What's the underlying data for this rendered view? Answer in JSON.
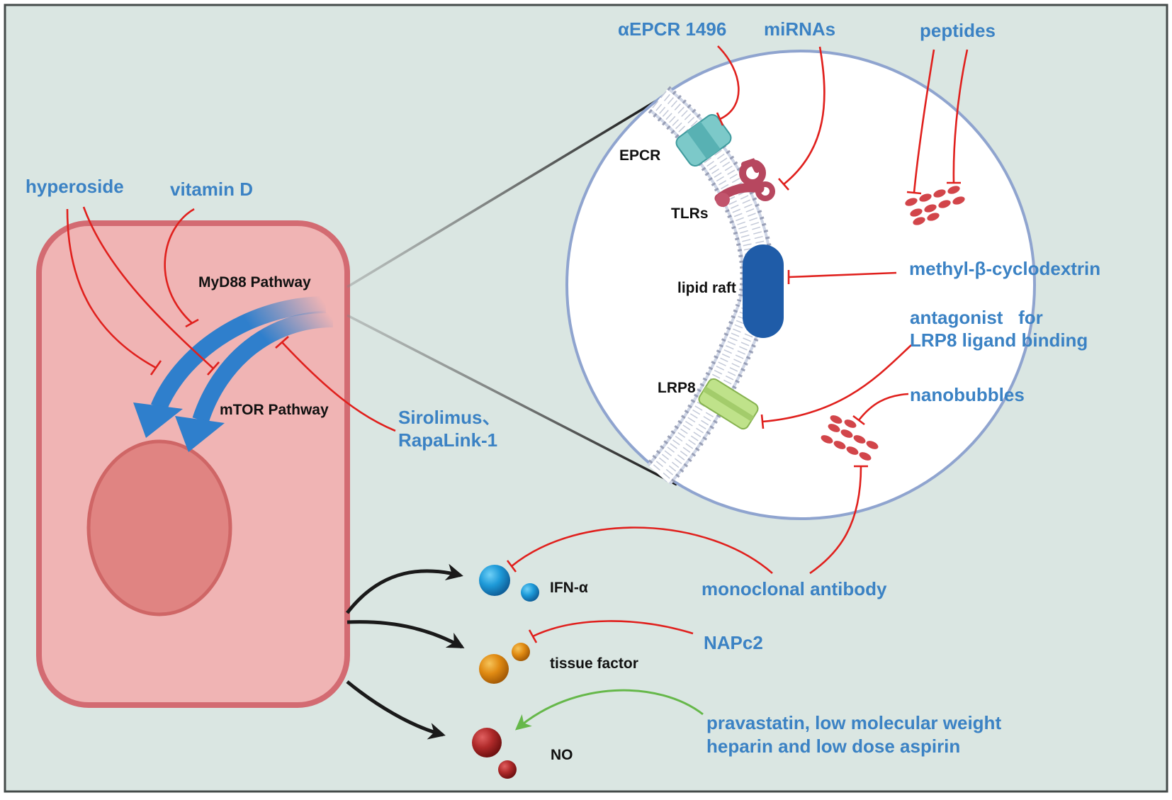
{
  "inhibitors": {
    "hyperoside": "hyperoside",
    "vitamin_d": "vitamin D",
    "sirolimus_line1": "Sirolimus、",
    "sirolimus_line2": "RapaLink-1",
    "aepcr": "αEPCR 1496",
    "mirnas": "miRNAs",
    "peptides": "peptides",
    "mbcd": "methyl-β-cyclodextrin",
    "antagonist_line1": "antagonist   for",
    "antagonist_line2": "LRP8 ligand binding",
    "nanobubbles": "nanobubbles",
    "mab": "monoclonal antibody",
    "napc2": "NAPc2",
    "pravastatin_line1": "pravastatin, low molecular weight",
    "pravastatin_line2": "heparin and low dose aspirin"
  },
  "pathways": {
    "myd88": "MyD88 Pathway",
    "mtor": "mTOR Pathway"
  },
  "membrane": {
    "epcr": "EPCR",
    "tlrs": "TLRs",
    "lipid_raft": "lipid raft",
    "lrp8": "LRP8"
  },
  "products": {
    "ifn": "IFN-α",
    "tissue_factor": "tissue factor",
    "no": "NO"
  },
  "colors": {
    "background": "#dae6e2",
    "cell": "#f0b4b4",
    "nucleus": "#e08482",
    "pathway_arrow": "#2f7fcc",
    "inhibition": "#e0201d",
    "activation": "#66b84a",
    "drug_text": "#3b82c4"
  }
}
